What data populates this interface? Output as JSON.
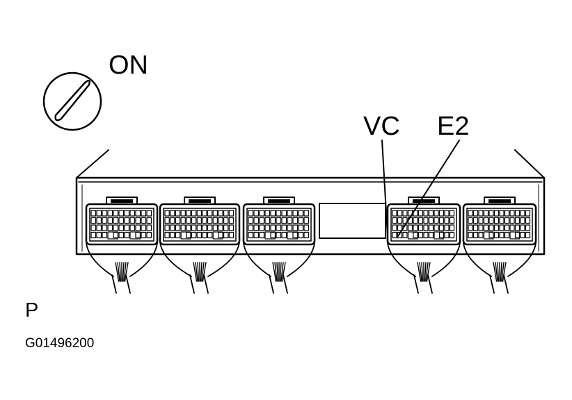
{
  "ignition": {
    "state_label": "ON",
    "icon": "ignition-key-icon"
  },
  "terminals": {
    "vc_label": "VC",
    "e2_label": "E2"
  },
  "connectors": [
    {
      "name": "connector-1"
    },
    {
      "name": "connector-2"
    },
    {
      "name": "connector-3"
    },
    {
      "name": "connector-4"
    },
    {
      "name": "connector-5"
    }
  ],
  "footer": {
    "side_label": "P",
    "figure_code": "G01496200"
  }
}
